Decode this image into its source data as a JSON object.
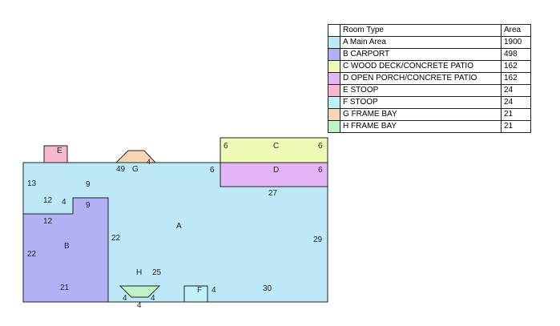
{
  "legend": {
    "headers": {
      "type": "Room Type",
      "area": "Area"
    },
    "rows": [
      {
        "code": "A",
        "name": "Main Area",
        "area": "1900",
        "color": "#bde8f8"
      },
      {
        "code": "B",
        "name": "CARPORT",
        "area": "498",
        "color": "#b3b1f6"
      },
      {
        "code": "C",
        "name": "WOOD DECK/CONCRETE PATIO",
        "area": "162",
        "color": "#eefbb7"
      },
      {
        "code": "D",
        "name": "OPEN PORCH/CONCRETE PATIO",
        "area": "162",
        "color": "#e3b5f7"
      },
      {
        "code": "E",
        "name": "STOOP",
        "area": "24",
        "color": "#f7b8cf"
      },
      {
        "code": "F",
        "name": "STOOP",
        "area": "24",
        "color": "#bff2f6"
      },
      {
        "code": "G",
        "name": "FRAME BAY",
        "area": "21",
        "color": "#f7d6b3"
      },
      {
        "code": "H",
        "name": "FRAME BAY",
        "area": "21",
        "color": "#bff3c7"
      }
    ]
  },
  "sketch": {
    "labels": {
      "a": "A",
      "b": "B",
      "c": "C",
      "d": "D",
      "e": "E",
      "f": "F",
      "g": "G",
      "h": "H"
    },
    "dimensions": {
      "main_top_left": "13",
      "main_notch_12": "12",
      "main_notch_4": "4",
      "main_notch_9_upper": "9",
      "main_notch_9_lower": "9",
      "main_top_49": "49",
      "main_top_6": "6",
      "main_left_22": "22",
      "main_right_29": "29",
      "main_bottom_25": "25",
      "main_bottom_30": "30",
      "main_under_d_27": "27",
      "carport_top_12": "12",
      "carport_left_22": "22",
      "carport_bottom_21": "21",
      "c_left_6": "6",
      "c_right_6": "6",
      "d_right_6": "6",
      "g_side_4": "4",
      "h_left_4": "4",
      "h_bottom_4": "4",
      "h_right_4": "4",
      "f_side_4": "4"
    }
  }
}
